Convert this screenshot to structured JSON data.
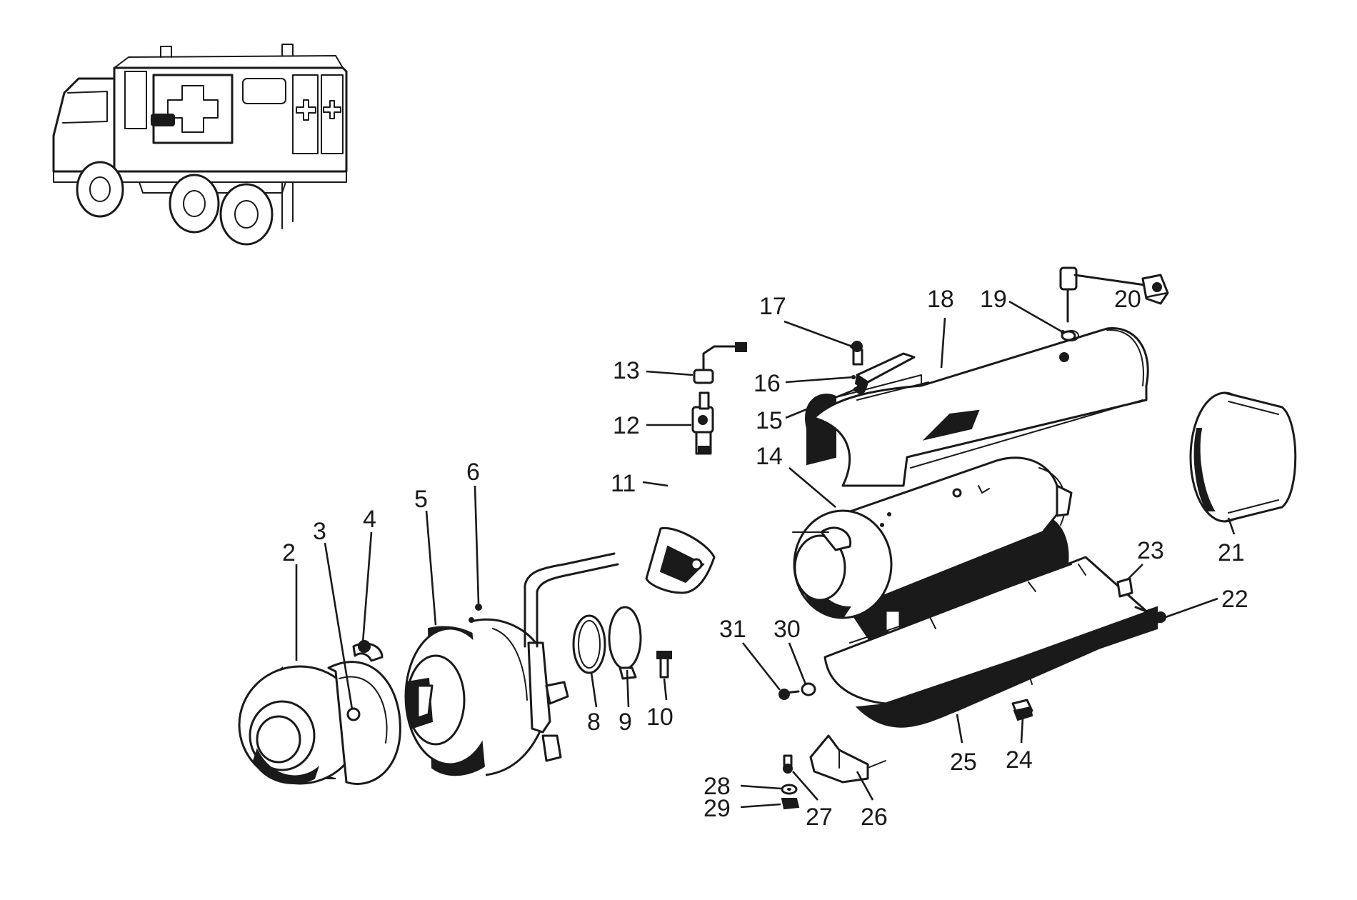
{
  "diagram": {
    "callouts": [
      {
        "id": "2",
        "text": "2"
      },
      {
        "id": "3",
        "text": "3"
      },
      {
        "id": "4",
        "text": "4"
      },
      {
        "id": "5",
        "text": "5"
      },
      {
        "id": "6",
        "text": "6"
      },
      {
        "id": "8",
        "text": "8"
      },
      {
        "id": "9",
        "text": "9"
      },
      {
        "id": "10",
        "text": "10"
      },
      {
        "id": "11",
        "text": "11"
      },
      {
        "id": "12",
        "text": "12"
      },
      {
        "id": "13",
        "text": "13"
      },
      {
        "id": "14",
        "text": "14"
      },
      {
        "id": "15",
        "text": "15"
      },
      {
        "id": "16",
        "text": "16"
      },
      {
        "id": "17",
        "text": "17"
      },
      {
        "id": "18",
        "text": "18"
      },
      {
        "id": "19",
        "text": "19"
      },
      {
        "id": "20",
        "text": "20"
      },
      {
        "id": "21",
        "text": "21"
      },
      {
        "id": "22",
        "text": "22"
      },
      {
        "id": "23",
        "text": "23"
      },
      {
        "id": "24",
        "text": "24"
      },
      {
        "id": "25",
        "text": "25"
      },
      {
        "id": "26",
        "text": "26"
      },
      {
        "id": "27",
        "text": "27"
      },
      {
        "id": "28",
        "text": "28"
      },
      {
        "id": "29",
        "text": "29"
      },
      {
        "id": "30",
        "text": "30"
      },
      {
        "id": "31",
        "text": "31"
      }
    ]
  }
}
